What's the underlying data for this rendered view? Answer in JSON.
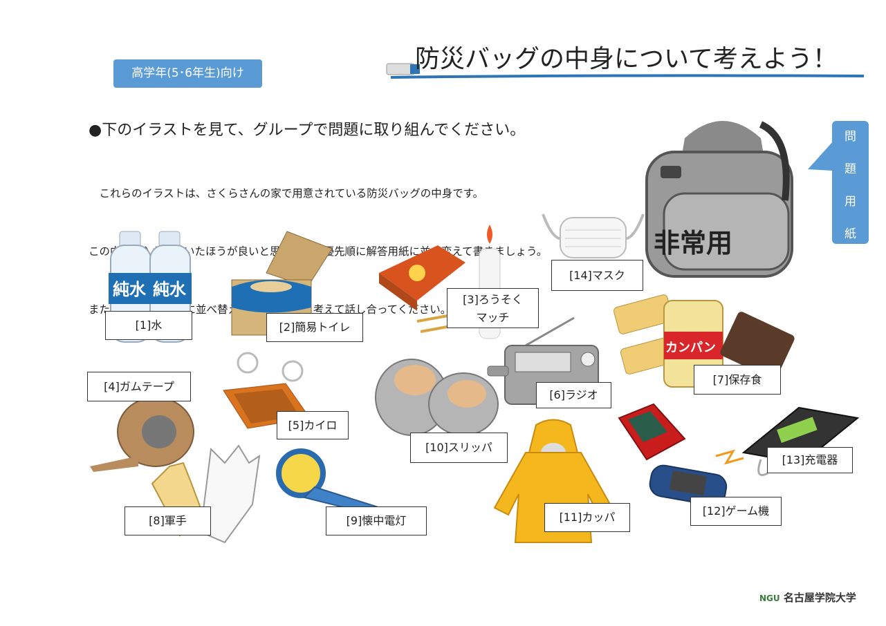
{
  "badge": "高学年(5･6年生)向け",
  "title": "防災バッグの中身について考えよう！",
  "instruction_heading": "●下のイラストを見て、グループで問題に取り組んでください。",
  "paragraph": [
    "　これらのイラストは、さくらさんの家で用意されている防災バッグの中身です。",
    "この中で、入れておいたほうが良いと思うものを優先順に解答用紙に並べ変えて書きましょう。",
    "また、なぜその順番に並べ替えるのか、理由も考えて話し合ってください。"
  ],
  "side_tab": [
    "問",
    "題",
    "用",
    "紙"
  ],
  "bag_text": "非常用",
  "water_label_text": "純水",
  "kanpan_text": "カンパン",
  "items": [
    {
      "label": "[1]水"
    },
    {
      "label": "[2]簡易トイレ"
    },
    {
      "label": "[3]ろうそく",
      "label2": "マッチ"
    },
    {
      "label": "[4]ガムテープ"
    },
    {
      "label": "[5]カイロ"
    },
    {
      "label": "[6]ラジオ"
    },
    {
      "label": "[7]保存食"
    },
    {
      "label": "[8]軍手"
    },
    {
      "label": "[9]懐中電灯"
    },
    {
      "label": "[10]スリッパ"
    },
    {
      "label": "[11]カッパ"
    },
    {
      "label": "[12]ゲーム機"
    },
    {
      "label": "[13]充電器"
    },
    {
      "label": "[14]マスク"
    }
  ],
  "logo_text": "名古屋学院大学",
  "logo_mark": "NGU",
  "colors": {
    "accent_blue": "#5b9bd5",
    "title_underline": "#2e75b6"
  }
}
